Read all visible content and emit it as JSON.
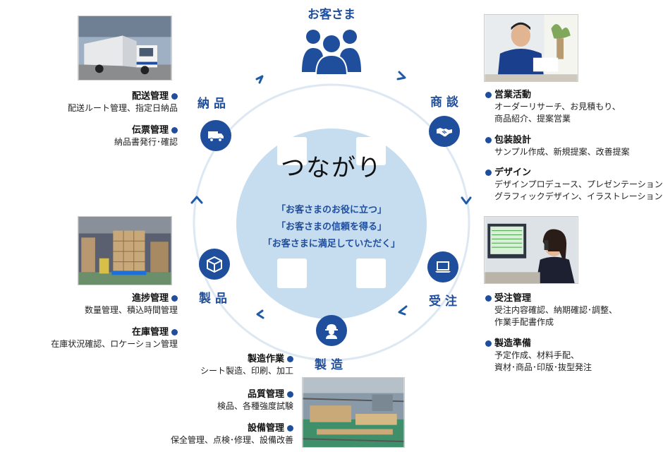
{
  "top": {
    "title": "お客さま"
  },
  "center": {
    "title": "つながり",
    "mottos": [
      "「お客さまのお役に立つ」",
      "「お客さまの信頼を得る」",
      "「お客さまに満足していただく」"
    ]
  },
  "nodes": {
    "shodan": {
      "label": "商談"
    },
    "juchu": {
      "label": "受注"
    },
    "seizo": {
      "label": "製造"
    },
    "seihin": {
      "label": "製品"
    },
    "nohin": {
      "label": "納品"
    }
  },
  "shodan_items": [
    {
      "head": "営業活動",
      "lines": [
        "オーダーリサーチ、お見積もり、",
        "商品紹介、提案営業"
      ]
    },
    {
      "head": "包装設計",
      "lines": [
        "サンプル作成、新規提案、改善提案"
      ]
    },
    {
      "head": "デザイン",
      "lines": [
        "デザインプロデュース、プレゼンテーション、",
        "グラフィックデザイン、イラストレーション"
      ]
    }
  ],
  "juchu_items": [
    {
      "head": "受注管理",
      "lines": [
        "受注内容確認、納期確認･調整、",
        "作業手配書作成"
      ]
    },
    {
      "head": "製造準備",
      "lines": [
        "予定作成、材料手配、",
        "資材･商品･印版･抜型発注"
      ]
    }
  ],
  "seizo_items": [
    {
      "head": "製造作業",
      "lines": [
        "シート製造、印刷、加工"
      ]
    },
    {
      "head": "品質管理",
      "lines": [
        "検品、各種強度試験"
      ]
    },
    {
      "head": "設備管理",
      "lines": [
        "保全管理、点検･修理、設備改善"
      ]
    }
  ],
  "seihin_items": [
    {
      "head": "進捗管理",
      "lines": [
        "数量管理、積込時間管理"
      ]
    },
    {
      "head": "在庫管理",
      "lines": [
        "在庫状況確認、ロケーション管理"
      ]
    }
  ],
  "nohin_items": [
    {
      "head": "配送管理",
      "lines": [
        "配送ルート管理、指定日納品"
      ]
    },
    {
      "head": "伝票管理",
      "lines": [
        "納品書発行･確認"
      ]
    }
  ],
  "colors": {
    "primary": "#1f4e9c",
    "ring": "#dde8f3",
    "center": "#c6dcef"
  },
  "icons": {
    "customers": "people-group-icon",
    "shodan": "handshake-icon",
    "juchu": "laptop-icon",
    "seizo": "worker-helmet-icon",
    "seihin": "box-icon",
    "nohin": "truck-icon"
  }
}
